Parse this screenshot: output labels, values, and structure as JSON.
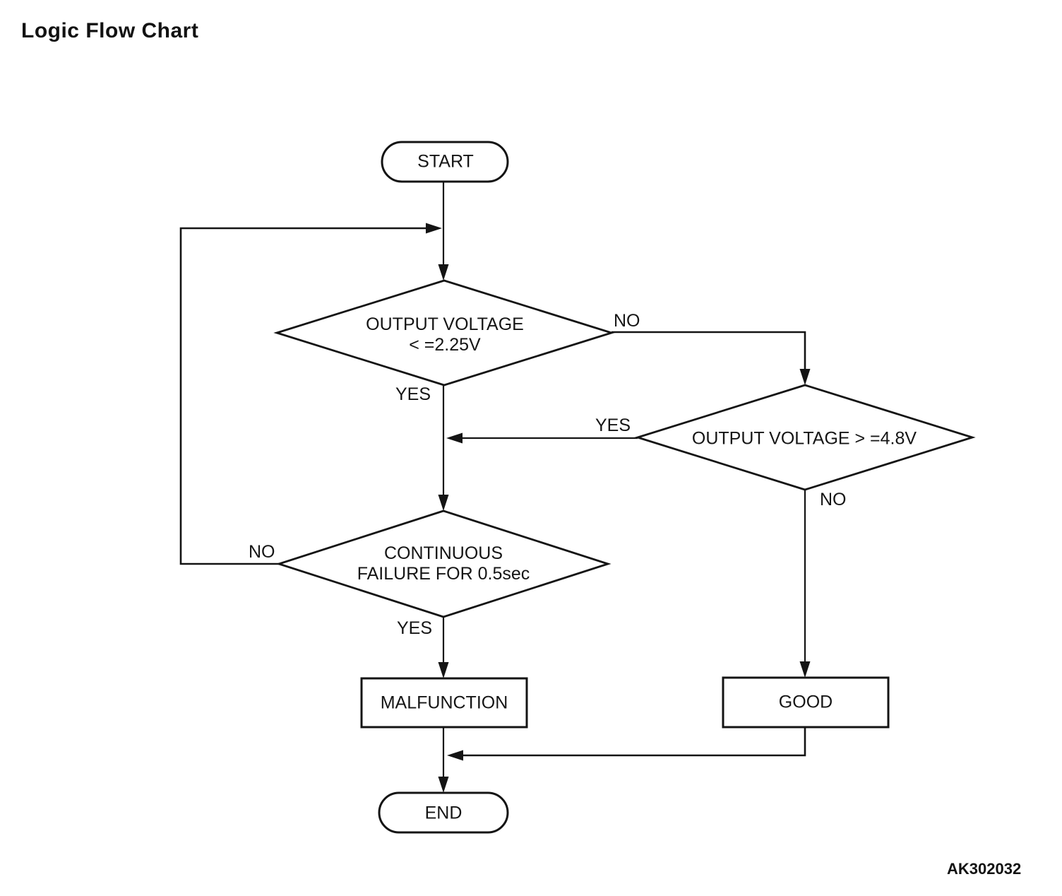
{
  "title": "Logic Flow Chart",
  "figure_code": "AK302032",
  "nodes": {
    "start": {
      "label": "START"
    },
    "decision_voltage_low": {
      "line1": "OUTPUT VOLTAGE",
      "line2": "< =2.25V"
    },
    "decision_voltage_high": {
      "label": "OUTPUT VOLTAGE > =4.8V"
    },
    "decision_continuous": {
      "line1": "CONTINUOUS",
      "line2": "FAILURE FOR 0.5sec"
    },
    "malfunction": {
      "label": "MALFUNCTION"
    },
    "good": {
      "label": "GOOD"
    },
    "end": {
      "label": "END"
    }
  },
  "edge_labels": {
    "d1_no": "NO",
    "d1_yes": "YES",
    "d2_yes": "YES",
    "d2_no": "NO",
    "d3_no": "NO",
    "d3_yes": "YES"
  },
  "colors": {
    "ink": "#141414",
    "background": "#ffffff"
  }
}
